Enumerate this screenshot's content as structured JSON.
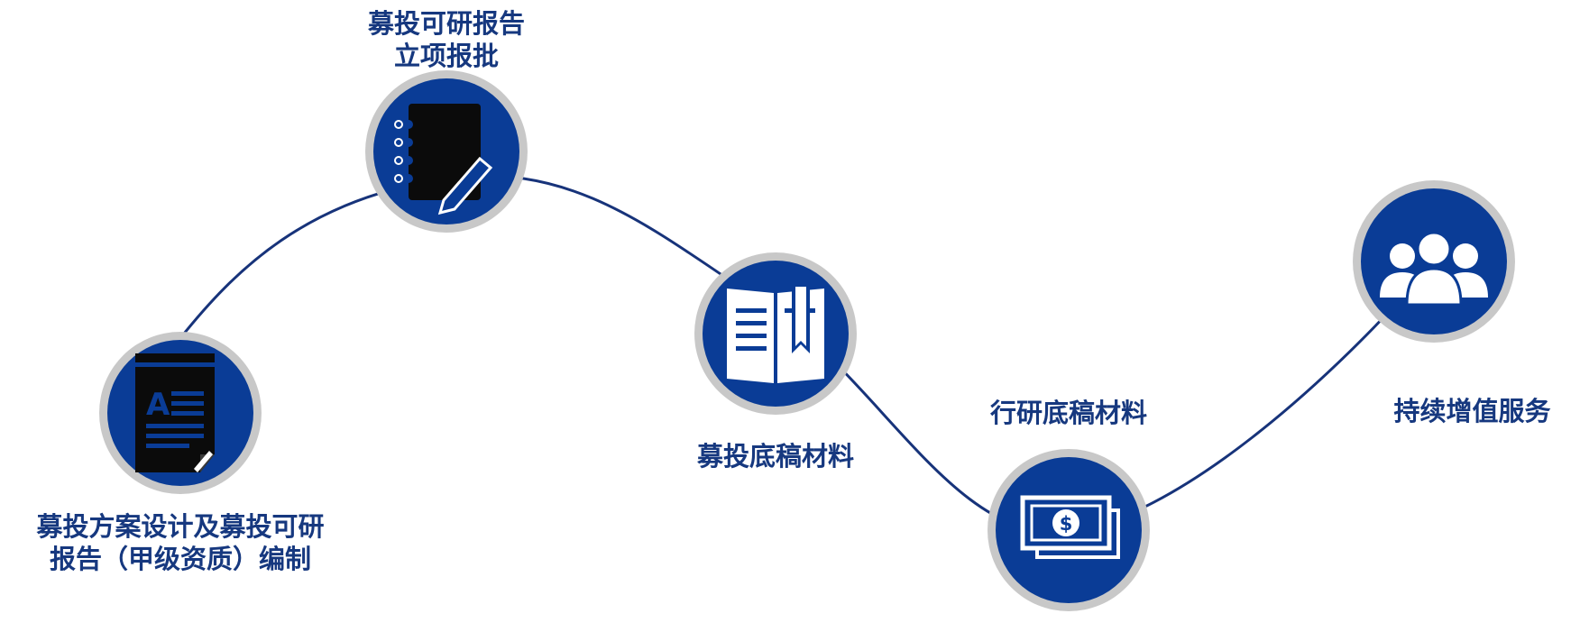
{
  "colors": {
    "node_fill": "#0a3c96",
    "node_ring": "#c8c8c8",
    "curve": "#17337a",
    "label_text": "#16387f",
    "icon_dark": "#0b0b0b",
    "icon_light": "#ffffff"
  },
  "steps": [
    {
      "icon": "document-icon",
      "label_lines": [
        "募投方案设计及募投可研",
        "报告（甲级资质）编制"
      ]
    },
    {
      "icon": "notebook-pen-icon",
      "label_lines": [
        "募投可研报告",
        "立项报批"
      ]
    },
    {
      "icon": "open-book-icon",
      "label_lines": [
        "募投底稿材料"
      ]
    },
    {
      "icon": "money-icon",
      "label_lines": [
        "行研底稿材料"
      ]
    },
    {
      "icon": "people-icon",
      "label_lines": [
        "持续增值服务"
      ]
    }
  ]
}
